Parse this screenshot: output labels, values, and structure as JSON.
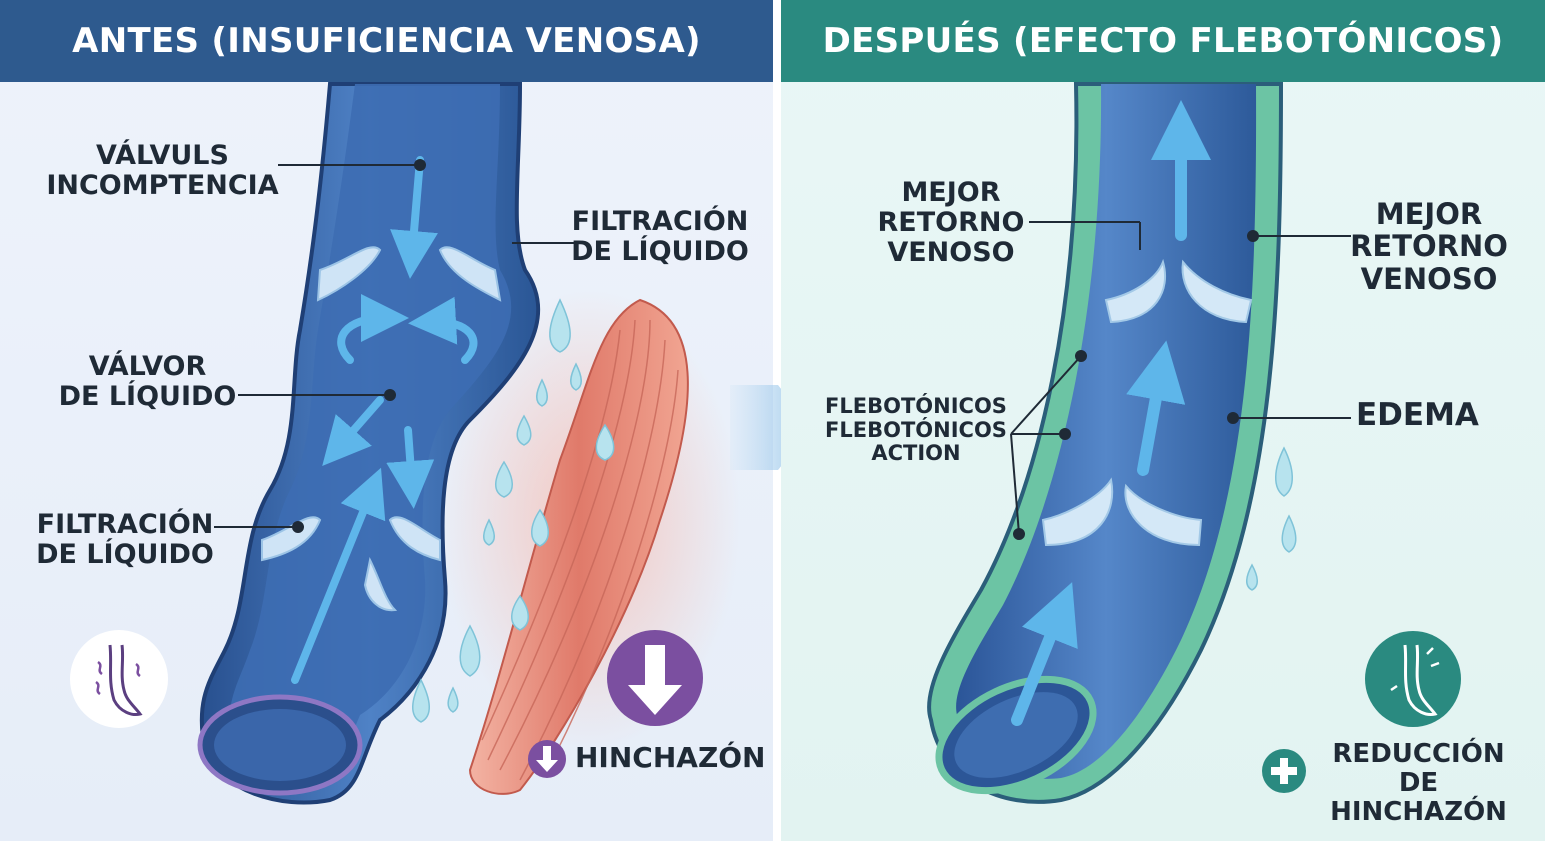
{
  "before": {
    "title": "ANTES (INSUFICIENCIA VENOSA)",
    "labels": {
      "valves": "VÁLVULS\nINCOMPTENCIA",
      "filtration_top": "FILTRACIÓN\nDE LÍQUIDO",
      "valvor": "VÁLVOR\nDE LÍQUIDO",
      "filtration_bottom": "FILTRACIÓN\nDE LÍQUIDO",
      "swelling": "HINCHAZÓN"
    },
    "icons": [
      "leg-swelling-icon",
      "arrow-down-icon",
      "small-arrow-down-icon"
    ]
  },
  "after": {
    "title": "DESPUÉS (EFECTO FLEBOTÓNICOS)",
    "labels": {
      "return_left": "MEJOR\nRETORNO\nVENOSO",
      "return_right": "MEJOR\nRETORNO\nVENOSO",
      "flebo_action": "FLEBOTÓNICOS\nFLEBOTÓNICOS\nACTION",
      "edema": "EDEMA",
      "reduction": "REDUCCIÓN\nDE HINCHAZÓN"
    },
    "icons": [
      "leg-healthy-icon",
      "plus-icon"
    ]
  },
  "colors": {
    "before_header": "#2e5a8e",
    "after_header": "#2a8a80",
    "vein_blue": "#3f6fb5",
    "flow_arrow": "#5eb6ea",
    "muscle": "#e07a6a",
    "swelling_purple": "#7b4fa0",
    "wall_green": "#6cc4a4"
  }
}
